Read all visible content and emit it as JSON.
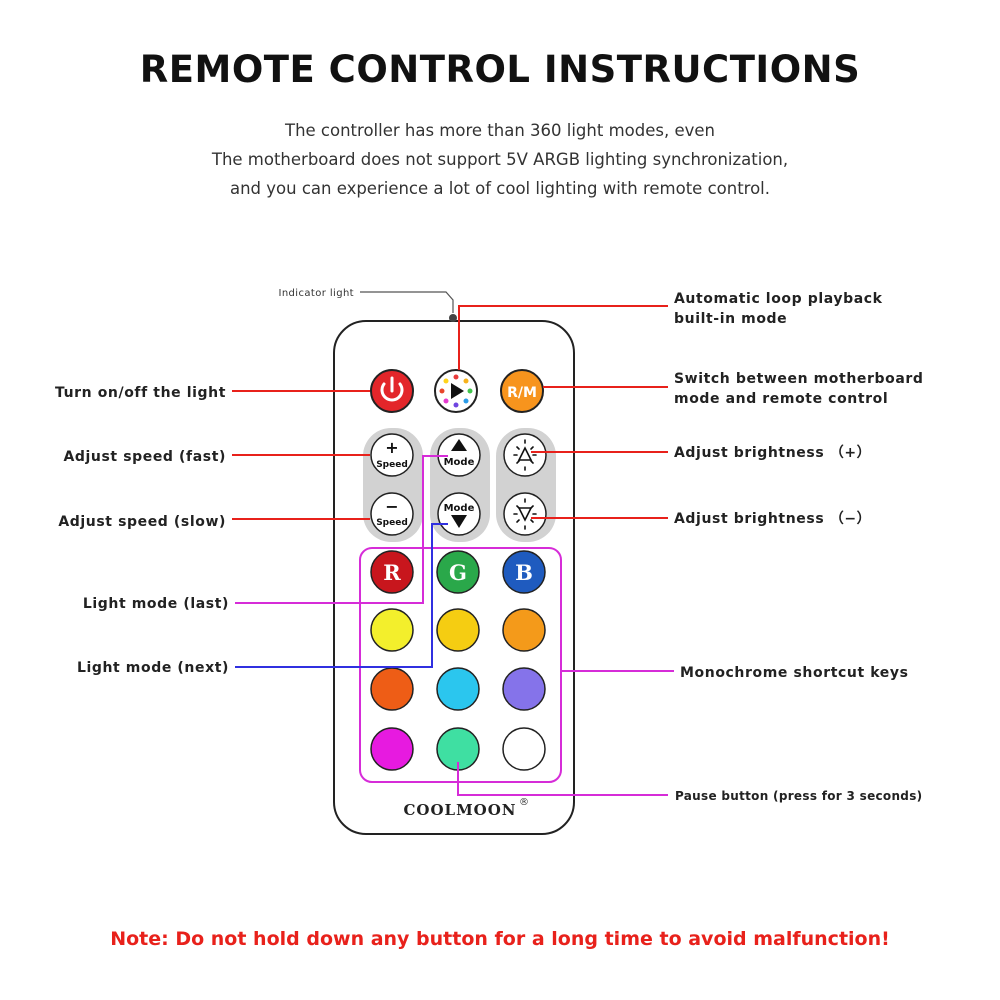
{
  "header": {
    "title": "REMOTE CONTROL INSTRUCTIONS",
    "subtitle_lines": [
      "The controller has more than 360 light modes, even",
      "The motherboard does not support 5V ARGB lighting synchronization,",
      "and you can experience a lot of cool lighting with remote control."
    ]
  },
  "labels": {
    "indicator_light": "Indicator light",
    "power": "Turn on/off the light",
    "speed_fast": "Adjust speed (fast)",
    "speed_slow": "Adjust speed (slow)",
    "mode_last": "Light mode (last)",
    "mode_next": "Light mode (next)",
    "auto_loop_line1": "Automatic loop playback",
    "auto_loop_line2": "built-in mode",
    "switch_line1": "Switch between motherboard",
    "switch_line2": "mode and remote control",
    "brightness_up": "Adjust brightness （+）",
    "brightness_down": "Adjust brightness （−）",
    "monochrome": "Monochrome shortcut keys",
    "pause": "Pause button (press for 3 seconds)"
  },
  "remote": {
    "brand": "COOLMOON",
    "brand_mark": "®",
    "rm_label": "R/M",
    "speed_label": "Speed",
    "mode_label": "Mode",
    "plus_sign": "+",
    "minus_sign": "−",
    "rgb_letters": [
      "R",
      "G",
      "B"
    ]
  },
  "colors": {
    "power": "#e3262a",
    "rm": "#f7941d",
    "red": "#c8161d",
    "green": "#2aa84a",
    "blue": "#1f5bbf",
    "color_buttons": [
      "#f3ef2c",
      "#f5cd12",
      "#f49a1a",
      "#ee5d16",
      "#2bc6ee",
      "#8573ea",
      "#e71ae0",
      "#3fdfa2",
      "#ffffff"
    ],
    "leader_red": "#e8211b",
    "leader_magenta": "#d62cd8",
    "leader_blue": "#3030e0",
    "note": "#e8211b"
  },
  "footer": {
    "note": "Note: Do not hold down any button for a long time to avoid malfunction!"
  }
}
